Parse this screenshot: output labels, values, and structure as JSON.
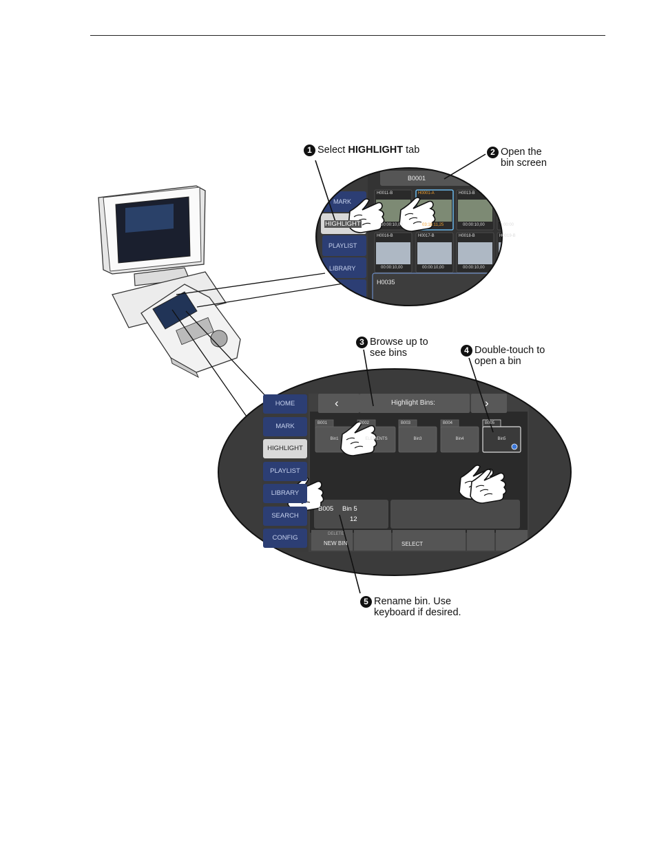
{
  "callouts": [
    {
      "num": "1",
      "pre": "Select ",
      "bold": "HIGHLIGHT",
      "post": " tab"
    },
    {
      "num": "2",
      "line1": "Open the",
      "line2": "bin screen"
    },
    {
      "num": "3",
      "line1": "Browse up to",
      "line2": "see bins"
    },
    {
      "num": "4",
      "line1": "Double-touch to",
      "line2": "open a bin"
    },
    {
      "num": "5",
      "line1": "Rename bin. Use",
      "line2": "keyboard if desired."
    }
  ],
  "top_screen": {
    "bin_title": "B0001",
    "tabs": [
      "MARK",
      "HIGHLIGHT",
      "PLAYLIST",
      "LIBRARY"
    ],
    "clips_row1": [
      {
        "name": "H0011-B",
        "tc": "00:00:10,00"
      },
      {
        "name": "H0001-A",
        "tc": "03:16:11,25"
      },
      {
        "name": "H0013-B",
        "tc": "00:00:10,00"
      },
      {
        "name": "",
        "tc": "00:00"
      }
    ],
    "clips_row2": [
      {
        "name": "H0016-B",
        "tc": "00:00:10,00"
      },
      {
        "name": "H0017-B",
        "tc": "00:00:10,00"
      },
      {
        "name": "H0018-B",
        "tc": "00:00:10,00"
      },
      {
        "name": "H0019-B",
        "tc": ""
      }
    ],
    "selected_clip": "H0035"
  },
  "bottom_screen": {
    "tabs": [
      "HOME",
      "MARK",
      "HIGHLIGHT",
      "PLAYLIST",
      "LIBRARY",
      "SEARCH",
      "CONFIG"
    ],
    "header_title": "Highlight Bins:",
    "bins": [
      {
        "id": "B001",
        "name": "Bin1"
      },
      {
        "id": "B002",
        "name": "ELEMENTS"
      },
      {
        "id": "B003",
        "name": "Bin3"
      },
      {
        "id": "B004",
        "name": "Bin4"
      },
      {
        "id": "B005",
        "name": "Bin5"
      }
    ],
    "info_id": "B005",
    "info_name": "Bin 5",
    "info_count": "12",
    "soft_delete": "DELETE",
    "soft_new": "NEW BIN",
    "soft_select": "SELECT"
  }
}
